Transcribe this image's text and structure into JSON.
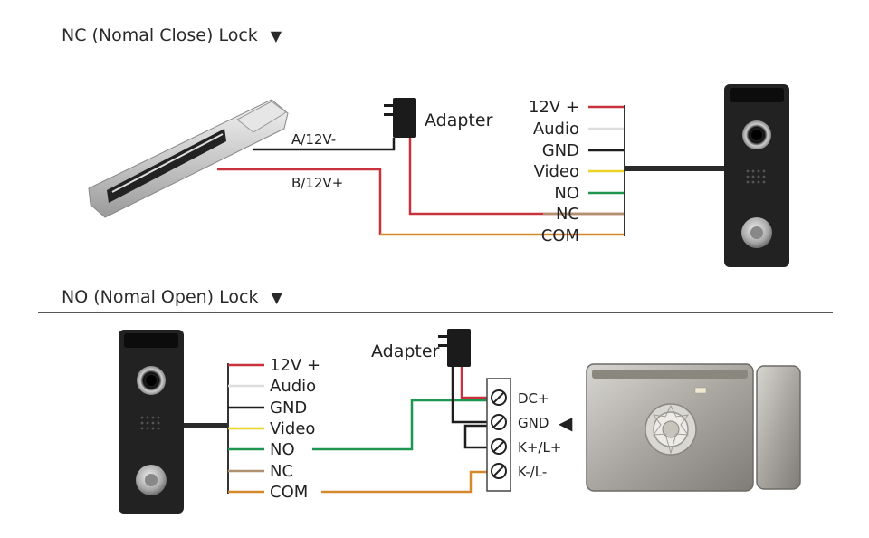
{
  "sections": {
    "nc": {
      "title": "NC (Nomal Close) Lock",
      "arrow": "▼",
      "adapter_label": "Adapter",
      "wire_a_label": "A/12V-",
      "wire_b_label": "B/12V+",
      "terminals": [
        "12V +",
        "Audio",
        "GND",
        "Video",
        "NO",
        "NC",
        "COM"
      ]
    },
    "no": {
      "title": "NO (Nomal Open) Lock",
      "arrow": "▼",
      "adapter_label": "Adapter",
      "terminals": [
        "12V +",
        "Audio",
        "GND",
        "Video",
        "NO",
        "NC",
        "COM"
      ],
      "lock_terminals": [
        "DC+",
        "GND",
        "K+/L+",
        "K-/L-"
      ],
      "pointer": "◀"
    }
  },
  "colors": {
    "red": "#c8323c",
    "white": "#dddddd",
    "black": "#1e1e1e",
    "yellow": "#ecd32a",
    "green": "#1e9650",
    "brown": "#b09270",
    "orange": "#d48a2c"
  }
}
